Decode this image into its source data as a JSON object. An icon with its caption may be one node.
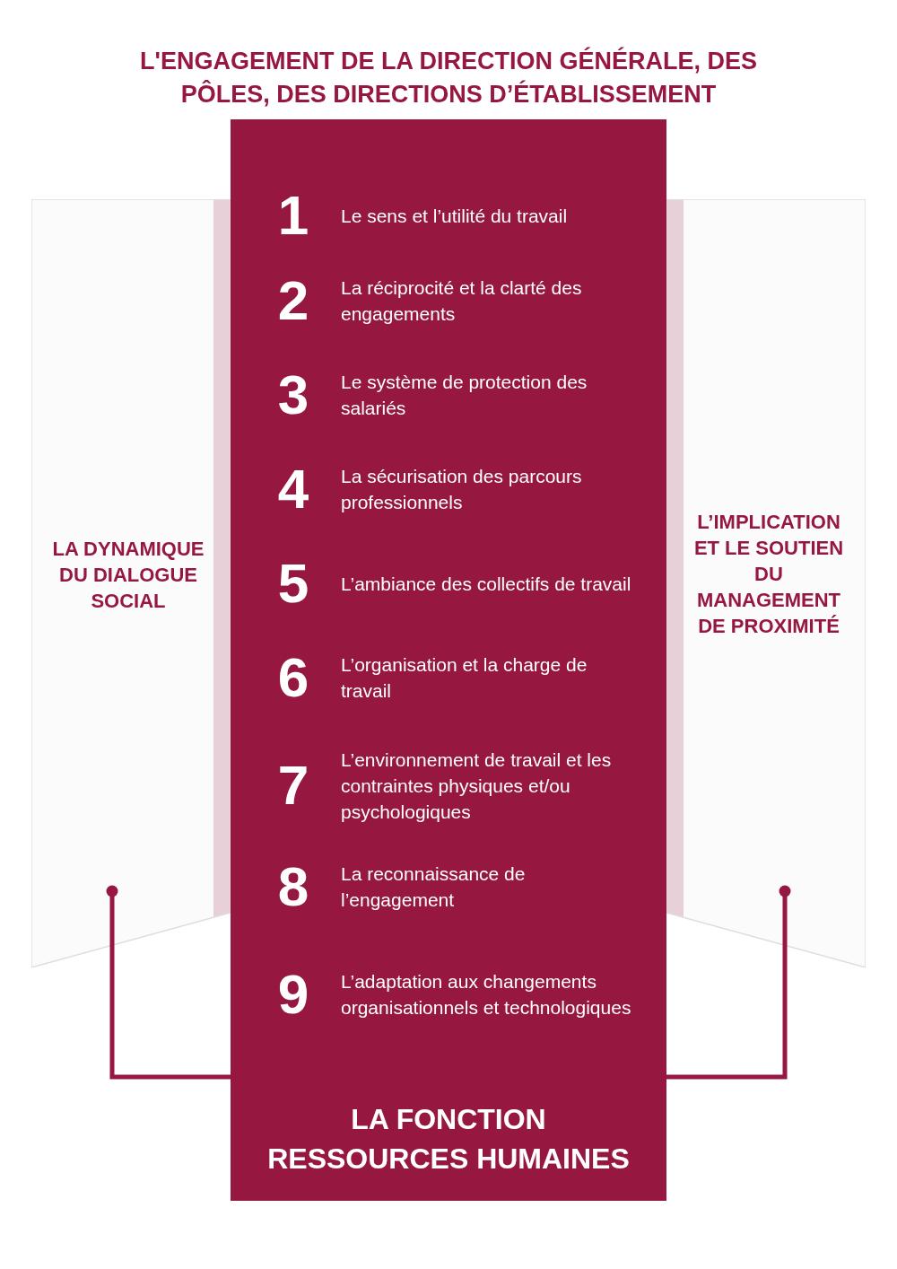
{
  "diagram": {
    "title": "L'ENGAGEMENT DE LA DIRECTION GÉNÉRALE, DES PÔLES, DES DIRECTIONS D’ÉTABLISSEMENT",
    "nodes": [
      {
        "text": [
          "LA DYNAMIQUE DU DIALOGUE SOCIAL"
        ]
      },
      {
        "text": [
          "LA FONCTION RESSOURCES HUMAINES"
        ]
      },
      {
        "text": [
          "1",
          "Le sens et l’utilité du travail"
        ],
        "in": 1
      },
      {
        "text": [
          "2",
          "La réciprocité et la clarté des engagements"
        ],
        "in": 1
      },
      {
        "text": [
          "3",
          "Le système de protection des salariés"
        ],
        "in": 1
      },
      {
        "text": [
          "4",
          "La sécurisation des parcours professionnels"
        ],
        "in": 1
      },
      {
        "text": [
          "5",
          "L’ambiance des collectifs de travail"
        ],
        "in": 1
      },
      {
        "text": [
          "6",
          "L’organisation et la charge de travail"
        ],
        "in": 1
      },
      {
        "text": [
          "7",
          "L’environnement de travail et les contraintes physiques et/ou psychologiques"
        ],
        "in": 1
      },
      {
        "text": [
          "8",
          "La reconnaissance de l’engagement"
        ],
        "in": 1
      },
      {
        "text": [
          "9",
          "L’adaptation aux changements organisationnels et technologiques"
        ],
        "in": 1
      },
      {
        "text": [
          "L’IMPLICATION ET LE SOUTIEN DU MANAGEMENT DE PROXIMITÉ"
        ]
      }
    ],
    "edges": [
      {
        "from": 0,
        "to": 1,
        "arrow": "other"
      },
      {
        "from": 11,
        "to": 1,
        "arrow": "other"
      }
    ]
  }
}
